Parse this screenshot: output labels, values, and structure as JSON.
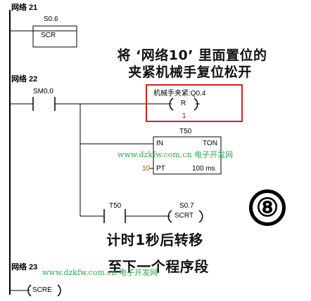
{
  "networks": {
    "n21": {
      "label": "网络 21",
      "contact_addr": "S0.6",
      "contact_type": "SCR"
    },
    "n22": {
      "label": "网络 22",
      "input_contact": "SM0.0",
      "reset_coil": {
        "label": "机械手夹紧:Q0.4",
        "instr": "R",
        "count": "1"
      },
      "timer": {
        "name": "T50",
        "type": "TON",
        "in_pin": "IN",
        "pt_pin": "PT",
        "pt_value": "10",
        "unit": "100 ms"
      },
      "timer_contact": "T50",
      "scrt": {
        "addr": "S0.7",
        "instr": "SCRT"
      }
    },
    "n23": {
      "label": "网络 23",
      "instr": "SCRE"
    }
  },
  "annotations": {
    "reset_note_line1": "将 ‘网络10’ 里面置位的",
    "reset_note_line2": "夹紧机械手复位松开",
    "timer_note_line1": "计时1秒后转移",
    "timer_note_line2": "至下一个程序段",
    "step_badge": "⑧"
  },
  "watermark": {
    "site": "www.dzkfw.com.cn",
    "cn": "电子开发网"
  },
  "colors": {
    "highlight_box": "#d42020",
    "watermark": "#2fa84f"
  }
}
